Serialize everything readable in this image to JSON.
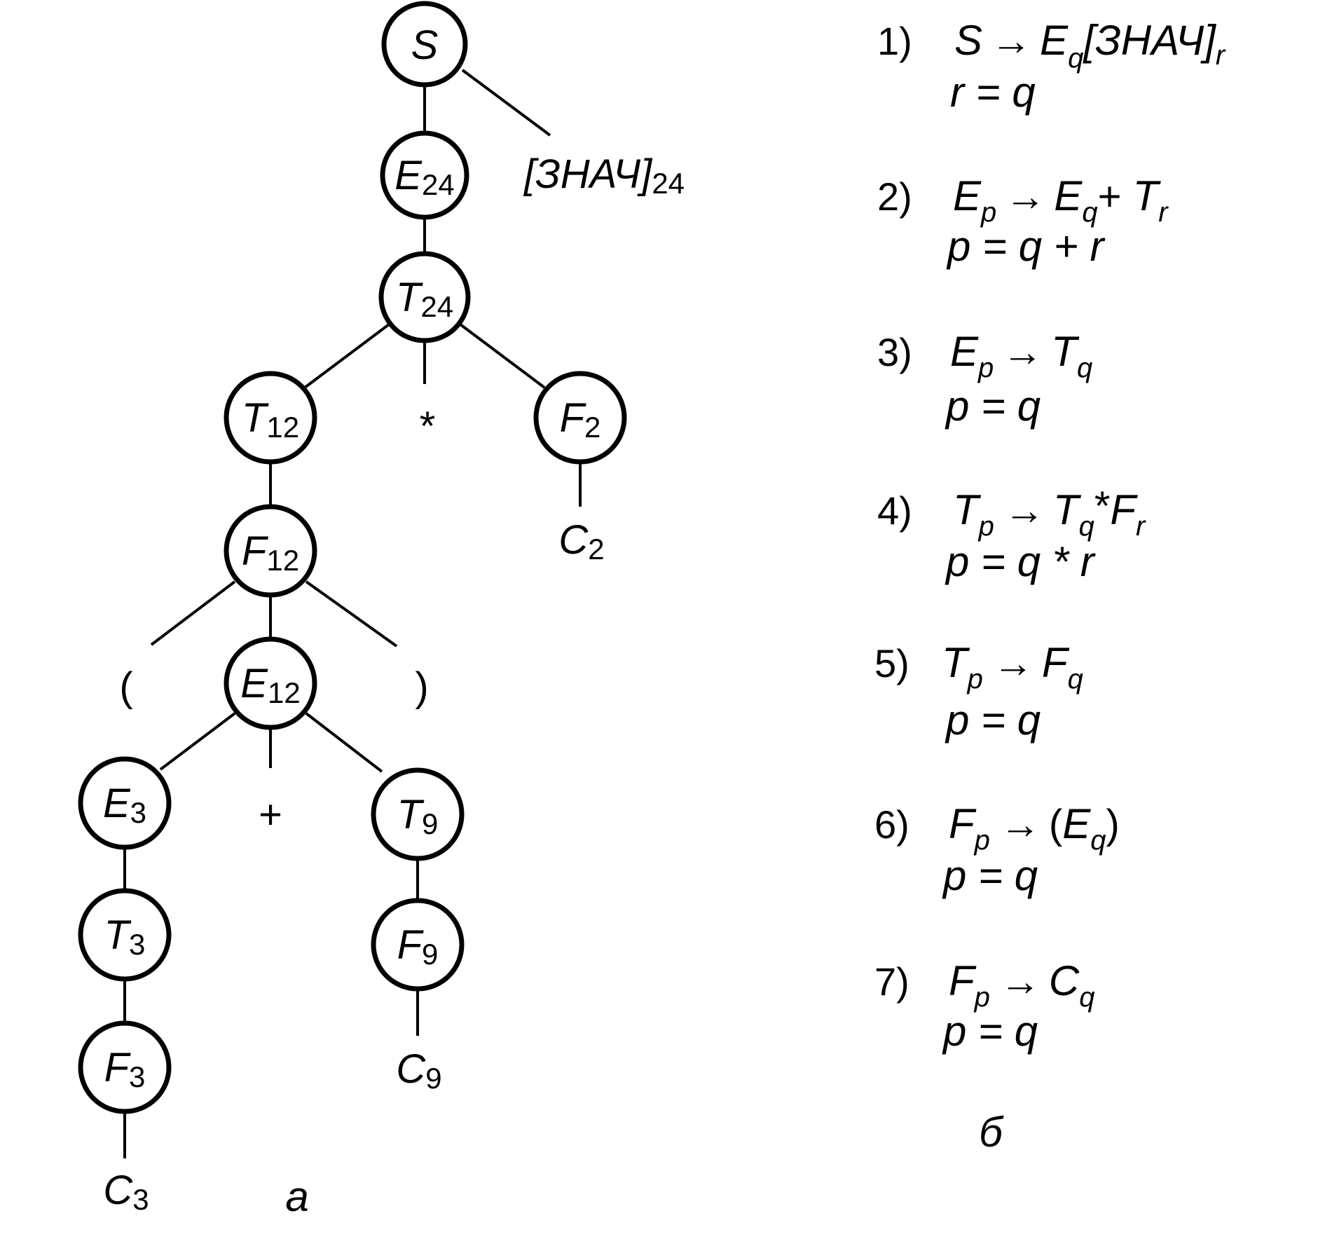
{
  "tree": {
    "root": {
      "letter": "S",
      "sub": ""
    },
    "e24": {
      "letter": "E",
      "sub": "24"
    },
    "value_leaf": {
      "text": "[ЗНАЧ]",
      "sub": "24"
    },
    "t24": {
      "letter": "T",
      "sub": "24"
    },
    "t12": {
      "letter": "T",
      "sub": "12"
    },
    "star": "*",
    "f2": {
      "letter": "F",
      "sub": "2"
    },
    "c2": {
      "letter": "C",
      "sub": "2"
    },
    "f12": {
      "letter": "F",
      "sub": "12"
    },
    "lparen": "(",
    "e12": {
      "letter": "E",
      "sub": "12"
    },
    "rparen": ")",
    "e3": {
      "letter": "E",
      "sub": "3"
    },
    "plus": "+",
    "t9": {
      "letter": "T",
      "sub": "9"
    },
    "t3": {
      "letter": "T",
      "sub": "3"
    },
    "f9": {
      "letter": "F",
      "sub": "9"
    },
    "f3": {
      "letter": "F",
      "sub": "3"
    },
    "c9": {
      "letter": "C",
      "sub": "9"
    },
    "c3": {
      "letter": "C",
      "sub": "3"
    }
  },
  "caption_a": "a",
  "caption_b": "б",
  "rules": [
    {
      "num": "1)",
      "lhs": "S",
      "rhs": "E",
      "rhs_sub": "q",
      "rhs_tail": "[ЗНАЧ]",
      "rhs_tail_sub": "r",
      "action": "r = q"
    },
    {
      "num": "2)",
      "lhs": "E",
      "lhs_sub": "p",
      "rhs": "E",
      "rhs_sub": "q",
      "op": "+ ",
      "rhs2": "T",
      "rhs2_sub": "r",
      "action": "p = q + r"
    },
    {
      "num": "3)",
      "lhs": "E",
      "lhs_sub": "p",
      "rhs": "T",
      "rhs_sub": "q",
      "action": "p = q"
    },
    {
      "num": "4)",
      "lhs": "T",
      "lhs_sub": "p",
      "rhs": "T",
      "rhs_sub": "q",
      "op": "*",
      "rhs2": "F",
      "rhs2_sub": "r",
      "action": "p = q * r"
    },
    {
      "num": "5)",
      "lhs": "T",
      "lhs_sub": "p",
      "rhs": "F",
      "rhs_sub": "q",
      "action": "p = q"
    },
    {
      "num": "6)",
      "lhs": "F",
      "lhs_sub": "p",
      "rhs_pre": "(",
      "rhs": "E",
      "rhs_sub": "q",
      "rhs_post": ")",
      "action": "p = q"
    },
    {
      "num": "7)",
      "lhs": "F",
      "lhs_sub": "p",
      "rhs": "C",
      "rhs_sub": "q",
      "action": "p = q"
    }
  ],
  "arrow": "→"
}
